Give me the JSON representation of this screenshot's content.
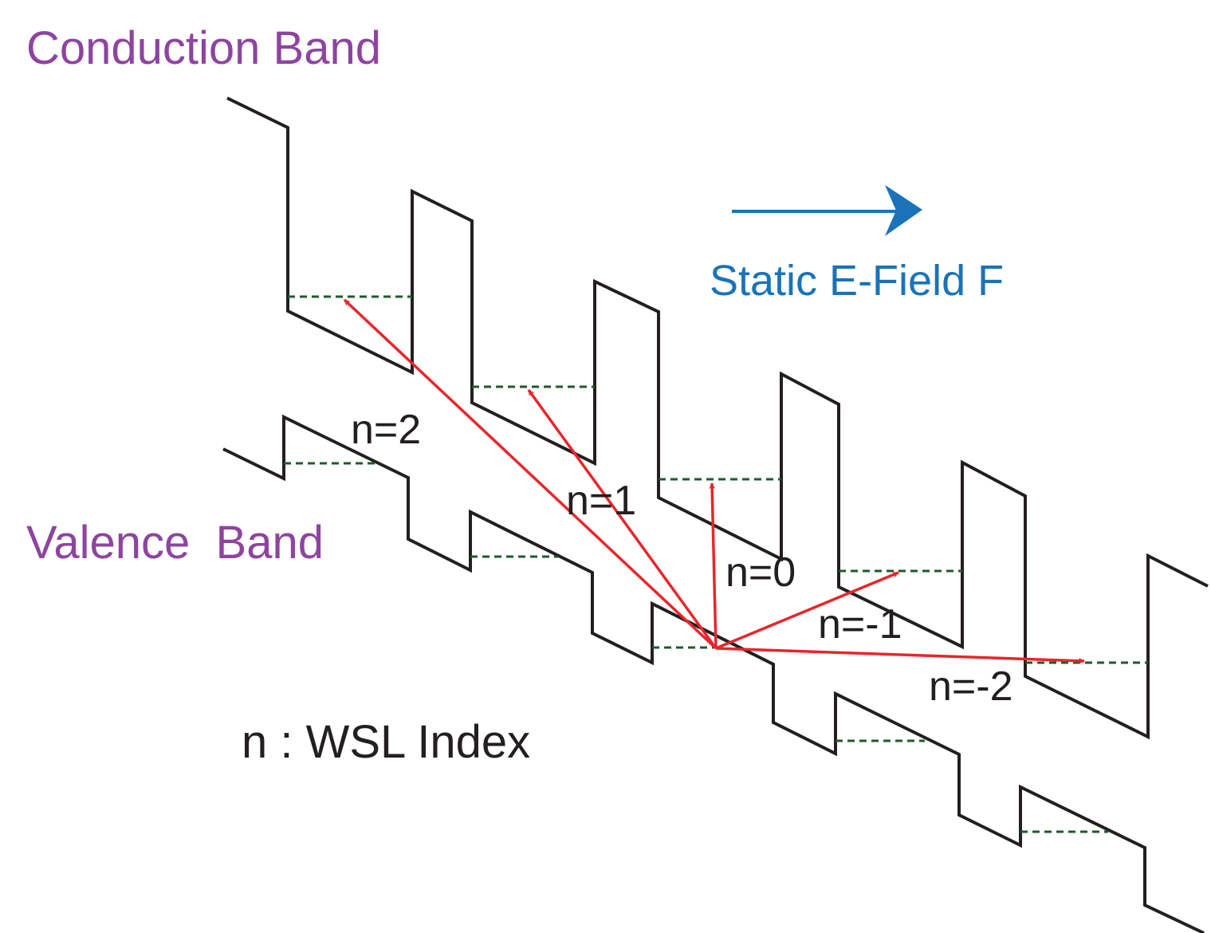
{
  "labels": {
    "conduction_band": "Conduction Band",
    "valence_band": "Valence  Band",
    "field": "Static E-Field F",
    "index_note": "n : WSL Index"
  },
  "transitions": [
    "n=2",
    "n=1",
    "n=0",
    "n=-1",
    "n=-2"
  ],
  "colors": {
    "band_label": "#8e44a0",
    "field": "#1a73b8",
    "band_line": "#231f20",
    "level_line": "#1f5a2a",
    "transition_arrow": "#e8262b",
    "text": "#231f20"
  }
}
